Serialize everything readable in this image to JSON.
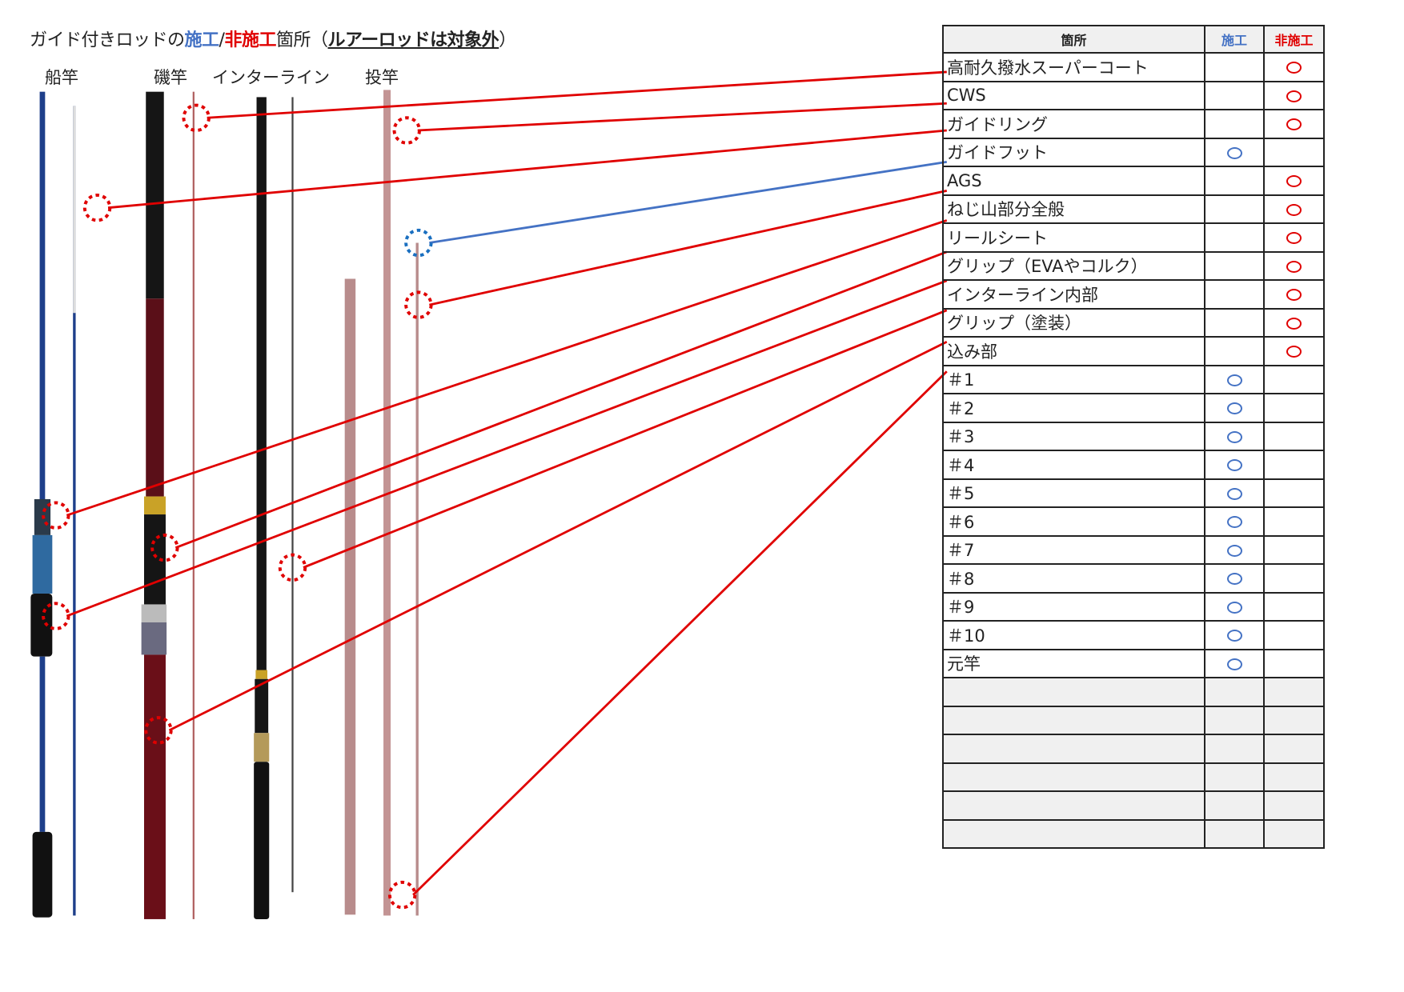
{
  "title": {
    "prefix": "ガイド付きロッドの",
    "applied": "施工",
    "slash": "/",
    "not_applied": "非施工",
    "suffix": "箇所（",
    "note": "ルアーロッドは対象外",
    "close": "）"
  },
  "categories": [
    "船竿",
    "磯竿",
    "インターライン",
    "投竿"
  ],
  "colors": {
    "applied": "#4472c4",
    "not_applied": "#e00000"
  },
  "table": {
    "headers": {
      "part": "箇所",
      "applied": "施工",
      "not_applied": "非施工"
    },
    "rows": [
      {
        "part": "高耐久撥水スーパーコート",
        "status": "not_applied"
      },
      {
        "part": "CWS",
        "status": "not_applied"
      },
      {
        "part": "ガイドリング",
        "status": "not_applied"
      },
      {
        "part": "ガイドフット",
        "status": "applied"
      },
      {
        "part": "AGS",
        "status": "not_applied"
      },
      {
        "part": "ねじ山部分全般",
        "status": "not_applied"
      },
      {
        "part": "リールシート",
        "status": "not_applied"
      },
      {
        "part": "グリップ（EVAやコルク）",
        "status": "not_applied"
      },
      {
        "part": "インターライン内部",
        "status": "not_applied"
      },
      {
        "part": "グリップ（塗装）",
        "status": "not_applied"
      },
      {
        "part": "込み部",
        "status": "not_applied"
      },
      {
        "part": "＃1",
        "status": "applied"
      },
      {
        "part": "＃2",
        "status": "applied"
      },
      {
        "part": "＃3",
        "status": "applied"
      },
      {
        "part": "＃4",
        "status": "applied"
      },
      {
        "part": "＃5",
        "status": "applied"
      },
      {
        "part": "＃6",
        "status": "applied"
      },
      {
        "part": "＃7",
        "status": "applied"
      },
      {
        "part": "＃8",
        "status": "applied"
      },
      {
        "part": "＃9",
        "status": "applied"
      },
      {
        "part": "＃10",
        "status": "applied"
      },
      {
        "part": "元竿",
        "status": "applied"
      }
    ],
    "empty_rows": 6
  }
}
